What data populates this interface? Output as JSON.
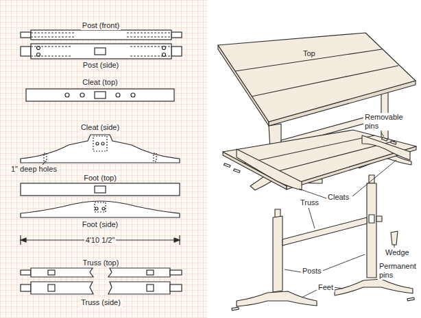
{
  "diagram": {
    "labels": [
      "Post (front)",
      "Post (side)",
      "Cleat (top)",
      "Cleat (side)",
      "1\" deep holes",
      "Foot (top)",
      "Foot (side)",
      "4'10 1/2\"",
      "Truss (top)",
      "Truss (side)",
      "Top",
      "Removable pins",
      "Cleats",
      "Truss",
      "Wedge",
      "Posts",
      "Permanent pins",
      "Feet"
    ]
  }
}
